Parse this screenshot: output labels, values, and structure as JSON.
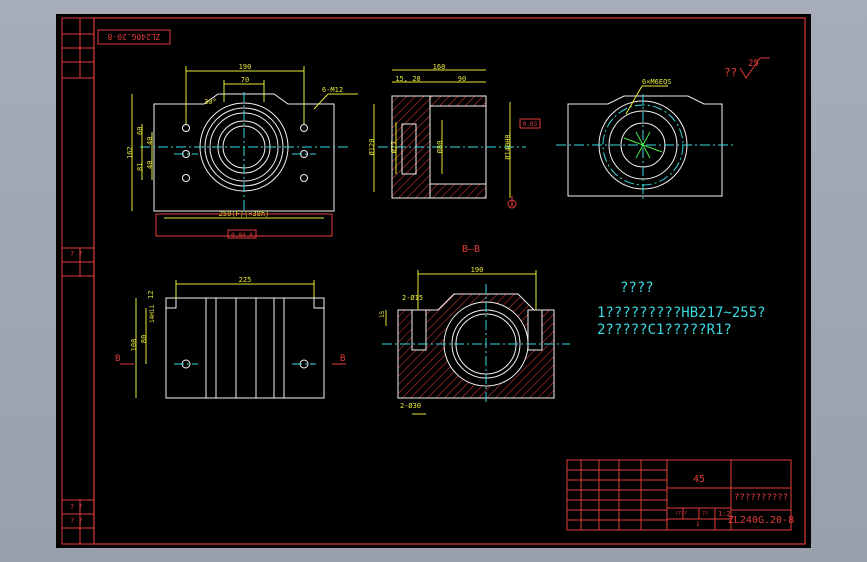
{
  "drawing": {
    "code_box": "ZL240G.20-8",
    "left_strip": [
      "? ?",
      "? ?",
      "? ?"
    ]
  },
  "views": {
    "front": {
      "dims": [
        "190",
        "70",
        "30°",
        "6-M12",
        "162",
        "60",
        "40",
        "40",
        "81",
        "250(F)(×38h)"
      ],
      "bottom_tag": "0.04 A"
    },
    "side": {
      "dims": [
        "160",
        "15, 28",
        "90",
        "Ø120",
        "Ø77",
        "Ø80",
        "Ø140H8"
      ],
      "tag": "0.03",
      "datum": "A"
    },
    "top_right": {
      "dims": [
        "6×M6EQS"
      ]
    },
    "lower_left": {
      "dims": [
        "225",
        "108",
        "80",
        "12",
        "14H11"
      ],
      "section_marks": [
        "B",
        "B"
      ]
    },
    "section": {
      "title": "B—B",
      "dims": [
        "190",
        "2-Ø15",
        "15",
        "2-Ø30"
      ]
    }
  },
  "notes": {
    "heading": "????",
    "line1": "1?????????HB217~255?",
    "line2": "2?????C1?????R1?",
    "roughness_prefix": "??",
    "roughness_value": "25"
  },
  "title_block": {
    "material": "45",
    "name": "??????????",
    "drawing_no": "ZL240G.20-8",
    "scale_left": "????",
    "scale_right": "??",
    "ratio": "1:2",
    "count": "1"
  },
  "colors": {
    "background": "#000000",
    "frame": "#e23b3b",
    "outline": "#f2f2f2",
    "dimension": "#e8e83a",
    "centerline": "#37d8e0",
    "hatch": "#e23b3b",
    "window": "#a6adb8"
  }
}
